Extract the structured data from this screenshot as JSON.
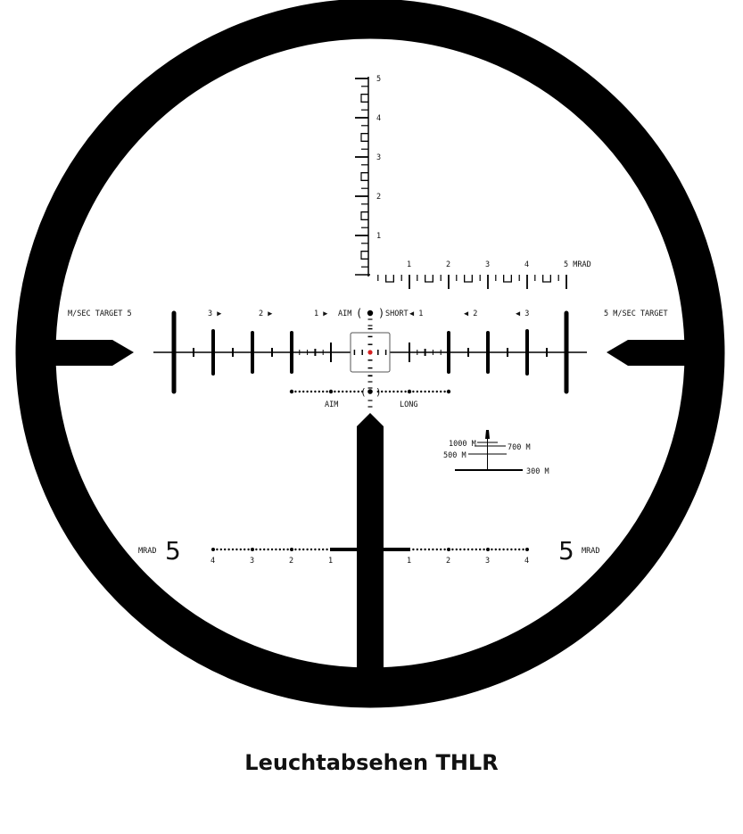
{
  "caption": "Leuchtabsehen THLR",
  "colors": {
    "reticle": "#000000",
    "center_dot": "#d42020"
  },
  "vertical_scale": {
    "labels": [
      "1",
      "2",
      "3",
      "4",
      "5"
    ]
  },
  "top_scale": {
    "labels": [
      "1",
      "2",
      "3",
      "4"
    ],
    "end_label": "5 MRAD"
  },
  "wind": {
    "left_title": "M/SEC TARGET   5",
    "right_title": "5   M/SEC TARGET",
    "left_marks": [
      "3 ▶",
      "2 ▶",
      "1 ▶"
    ],
    "right_marks": [
      "◀ 1",
      "◀ 2",
      "◀ 3"
    ],
    "aim_label": "AIM",
    "short_label": "SHORT",
    "open_paren": "(",
    "close_paren": ")"
  },
  "lead": {
    "aim_label": "AIM",
    "long_label": "LONG"
  },
  "rangefinder": {
    "labels": [
      "1000 M",
      "700 M",
      "500 M",
      "300 M"
    ]
  },
  "bottom_scale": {
    "left_unit": "MRAD",
    "left_big": "5",
    "right_unit": "MRAD",
    "right_big": "5",
    "left_labels": [
      "4",
      "3",
      "2",
      "1"
    ],
    "right_labels": [
      "1",
      "2",
      "3",
      "4"
    ]
  }
}
